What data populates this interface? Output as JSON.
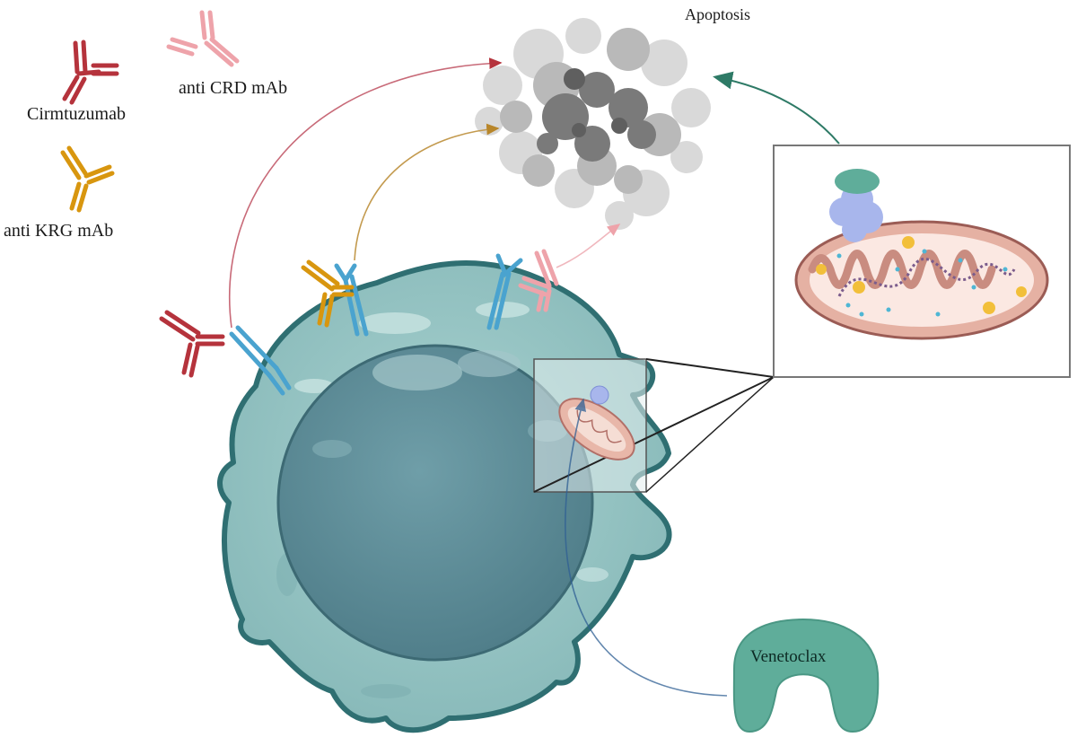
{
  "labels": {
    "apoptosis": "Apoptosis",
    "cirmtuzumab": "Cirmtuzumab",
    "anti_crd": "anti CRD mAb",
    "anti_krg": "anti KRG mAb",
    "venetoclax": "Venetoclax"
  },
  "colors": {
    "cirmtuzumab": "#b5333c",
    "anti_crd": "#eea3aa",
    "anti_krg": "#d8960f",
    "receptor": "#4aa3cf",
    "cell_body": "#96c3c3",
    "cell_outline": "#2f6f72",
    "nucleus": "#5b8a95",
    "mitochondrion": "#e8b7a9",
    "bcl2": "#a8b6ec",
    "venetoclax": "#5fad9a",
    "apoptotic_debris": "#8a8a8a"
  }
}
